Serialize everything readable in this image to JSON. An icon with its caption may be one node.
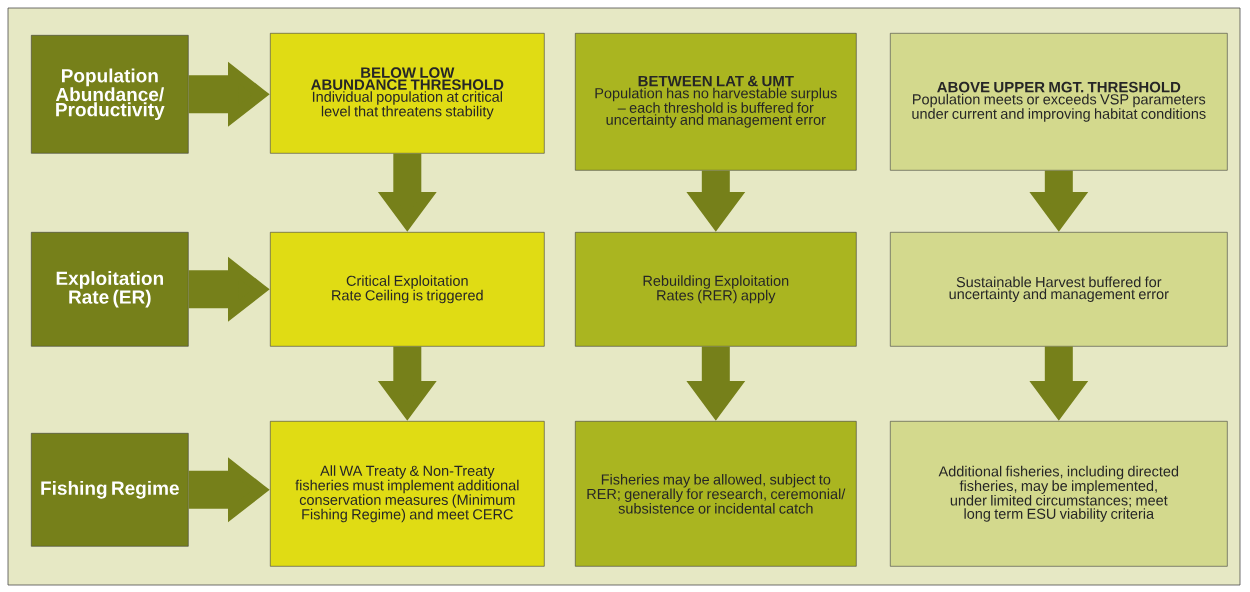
{
  "diagram": {
    "nodes": [
      {
        "text": [
          "Population Abundance/ Productivity"
        ]
      },
      {
        "text": [
          "BELOW LOW ABUNDANCE THRESHOLD",
          "Individual population at critical level that threatens stability"
        ]
      },
      {
        "text": [
          "BETWEEN LAT & UMT",
          "Population has no harvestable surplus – each threshold is buffered for uncertainty and management error"
        ]
      },
      {
        "text": [
          "ABOVE UPPER MGT. THRESHOLD",
          "Population meets or exceeds VSP parameters under current and improving habitat conditions"
        ]
      },
      {
        "text": [
          "Exploitation Rate (ER)"
        ]
      },
      {
        "text": [
          "Critical Exploitation Rate Ceiling is triggered"
        ]
      },
      {
        "text": [
          "Rebuilding Exploitation Rates (RER) apply"
        ]
      },
      {
        "text": [
          "Sustainable Harvest buffered for uncertainty and management error"
        ]
      },
      {
        "text": [
          "Fishing Regime"
        ]
      },
      {
        "text": [
          "All WA Treaty & Non-Treaty fisheries must implement additional conservation measures  (Minimum Fishing Regime) and meet CERC"
        ]
      },
      {
        "text": [
          "Fisheries may be allowed, subject to RER; generally for research, ceremonial/ subsistence or incidental catch"
        ]
      },
      {
        "text": [
          "Additional fisheries, including directed fisheries, may be implemented, under limited circumstances; meet long term ESU viability criteria"
        ]
      }
    ],
    "edges": [
      {
        "from": 0,
        "to": 1,
        "arrow": "to"
      },
      {
        "from": 4,
        "to": 5,
        "arrow": "to"
      },
      {
        "from": 8,
        "to": 9,
        "arrow": "to"
      },
      {
        "from": 1,
        "to": 5,
        "arrow": "to"
      },
      {
        "from": 5,
        "to": 9,
        "arrow": "to"
      },
      {
        "from": 2,
        "to": 6,
        "arrow": "to"
      },
      {
        "from": 6,
        "to": 10,
        "arrow": "to"
      },
      {
        "from": 3,
        "to": 7,
        "arrow": "to"
      },
      {
        "from": 7,
        "to": 11,
        "arrow": "to"
      }
    ]
  }
}
